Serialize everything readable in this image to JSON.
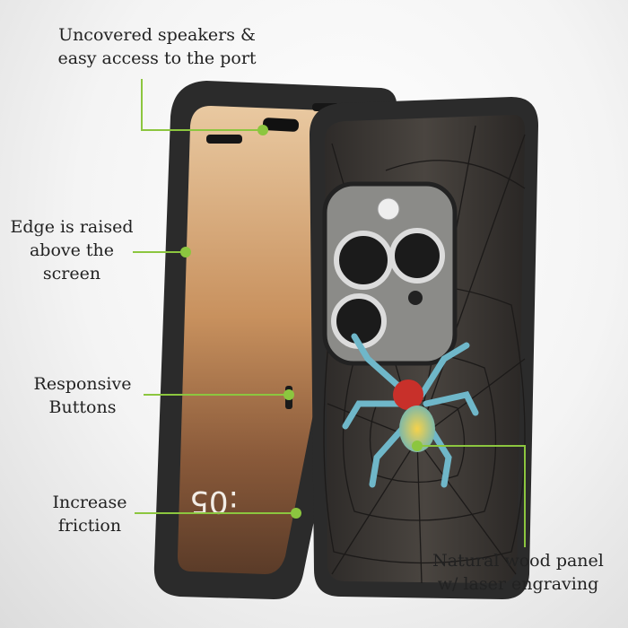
{
  "callouts": {
    "speakers": {
      "line1": "Uncovered speakers &",
      "line2": "easy access to the port"
    },
    "edge": {
      "line1": "Edge is raised",
      "line2": "above the",
      "line3": "screen"
    },
    "buttons": {
      "line1": "Responsive",
      "line2": "Buttons"
    },
    "friction": {
      "line1": "Increase",
      "line2": "friction"
    },
    "wood": {
      "line1": "Natural wood panel",
      "line2": "w/ laser engraving"
    }
  },
  "lock_screen": {
    "time": ":05"
  },
  "colors": {
    "callout": "#8cc63f",
    "case": "#2b2b2b",
    "wood": "#3a3632"
  }
}
